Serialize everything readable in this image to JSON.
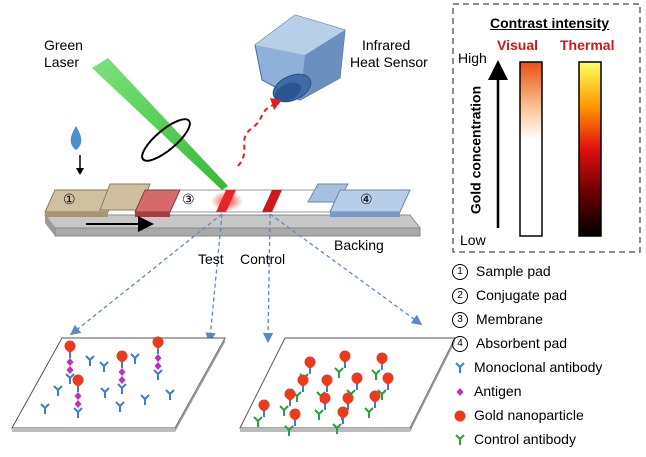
{
  "labels": {
    "green_laser": [
      "Green",
      "Laser"
    ],
    "infrared_sensor": [
      "Infrared",
      "Heat Sensor"
    ],
    "test": "Test",
    "control": "Control",
    "backing": "Backing",
    "pad_numbers": [
      "①",
      "③",
      "④"
    ]
  },
  "inset": {
    "title": "Contrast intensity",
    "visual": "Visual",
    "thermal": "Thermal",
    "high": "High",
    "low": "Low",
    "axis_label": "Gold concentration"
  },
  "legend": [
    {
      "num": "1",
      "text": "Sample pad"
    },
    {
      "num": "2",
      "text": "Conjugate pad"
    },
    {
      "num": "3",
      "text": "Membrane"
    },
    {
      "num": "4",
      "text": "Absorbent pad"
    },
    {
      "icon": "monoclonal-antibody-icon",
      "text": "Monoclonal antibody"
    },
    {
      "icon": "antigen-icon",
      "text": "Antigen"
    },
    {
      "icon": "gold-nanoparticle-icon",
      "text": "Gold nanoparticle"
    },
    {
      "icon": "control-antibody-icon",
      "text": "Control antibody"
    }
  ],
  "colors": {
    "laser": "#3dd43d",
    "test_line": "#e8232a",
    "control_line": "#cc1a1a",
    "gold": "#ee3a1a",
    "antibody": "#3a7fd0",
    "antigen": "#c030c0",
    "control_antibody": "#2aa040",
    "title_red": "#d01818"
  }
}
